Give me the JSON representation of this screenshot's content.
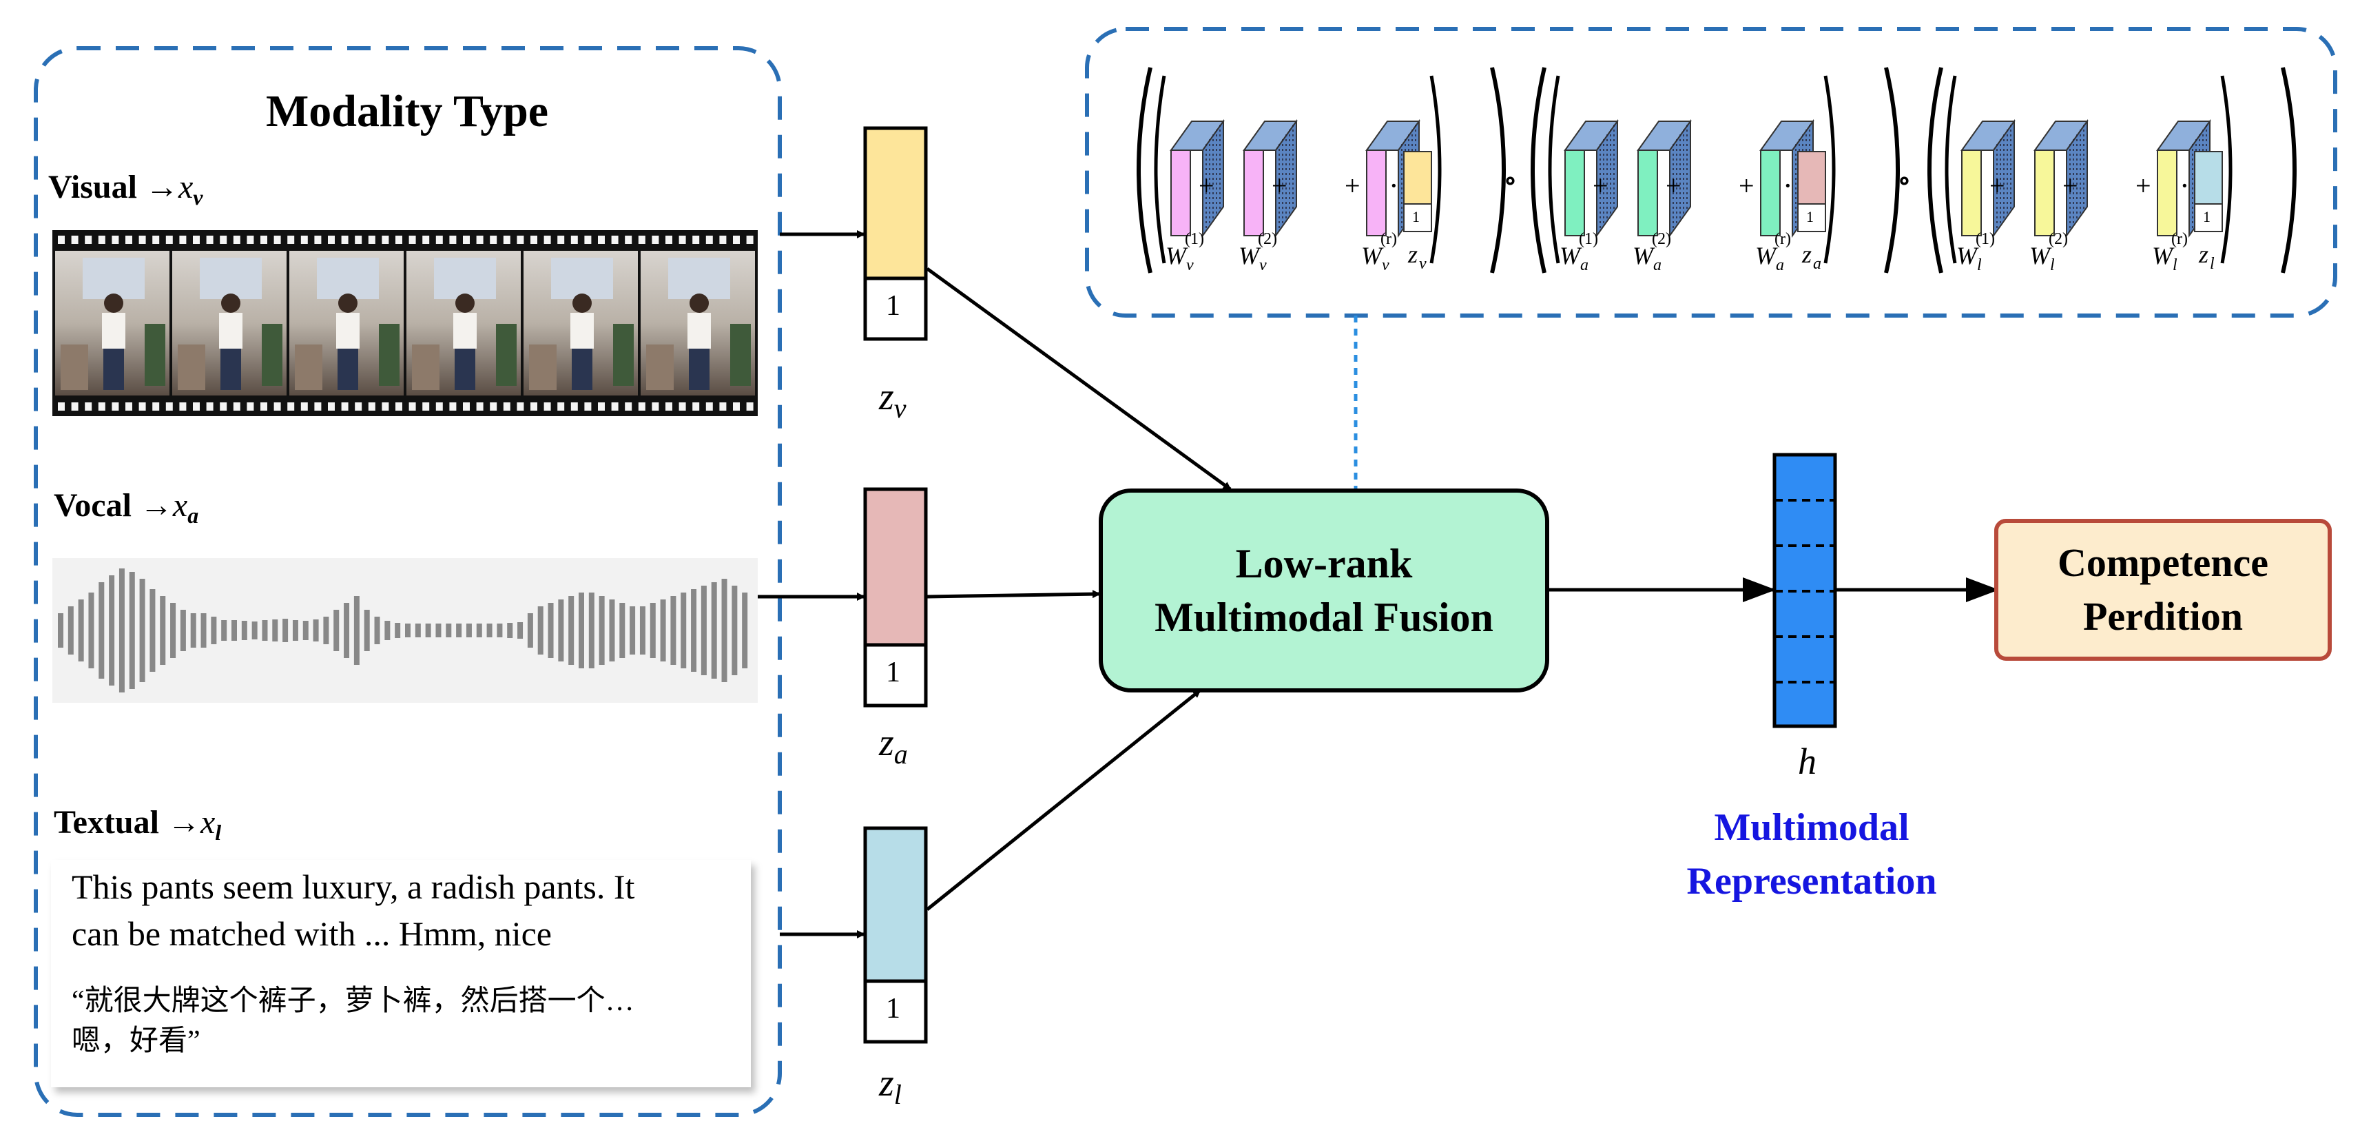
{
  "modality_panel": {
    "title": "Modality Type",
    "visual": {
      "label": "Visual",
      "arrow": "→",
      "var": "x",
      "sub": "v"
    },
    "vocal": {
      "label": "Vocal",
      "arrow": "→",
      "var": "x",
      "sub": "a"
    },
    "textual": {
      "label": "Textual",
      "arrow": "→",
      "var": "x",
      "sub": "l"
    },
    "text_english_line1": "This pants seem  luxury, a radish pants. It",
    "text_english_line2": "can be matched with ... Hmm, nice",
    "text_chinese_line1": "“就很大牌这个裤子，萝卜裤，然后搭一个…",
    "text_chinese_line2": "嗯，好看”"
  },
  "vectors": {
    "zv": {
      "var": "z",
      "sub": "v",
      "one": "1",
      "color": "#fde59a"
    },
    "za": {
      "var": "z",
      "sub": "a",
      "one": "1",
      "color": "#e6b8b7"
    },
    "zl": {
      "var": "z",
      "sub": "l",
      "one": "1",
      "color": "#b7dde8"
    }
  },
  "fusion_box": {
    "line1": "Low-rank",
    "line2": "Multimodal Fusion",
    "color": "#b3f3d3"
  },
  "representation": {
    "var": "h",
    "label_line1": "Multimodal",
    "label_line2": "Representation",
    "color": "#2f8cf4",
    "label_color": "#1515e0"
  },
  "prediction_box": {
    "line1": "Competence",
    "line2": "Perdition",
    "color": "#fdeccd",
    "border": "#b84a3a"
  },
  "formula": {
    "groups": [
      {
        "w1": "W",
        "sub": "v",
        "s1": "(1)",
        "s2": "(2)",
        "sr": "(r)",
        "z": "z",
        "zsub": "v",
        "one": "1",
        "face": "#f7b3f7",
        "vec": "#fde59a"
      },
      {
        "w1": "W",
        "sub": "a",
        "s1": "(1)",
        "s2": "(2)",
        "sr": "(r)",
        "z": "z",
        "zsub": "a",
        "one": "1",
        "face": "#7ff0c0",
        "vec": "#e6b8b7"
      },
      {
        "w1": "W",
        "sub": "l",
        "s1": "(1)",
        "s2": "(2)",
        "sr": "(r)",
        "z": "z",
        "zsub": "l",
        "one": "1",
        "face": "#f7f79a",
        "vec": "#b7dde8"
      }
    ],
    "plus": "+",
    "dot": "·",
    "circ": "∘"
  },
  "colors": {
    "dashed_border": "#2a6fb5",
    "link_dotted": "#2a8ee0",
    "cube_side": "#5b85c2"
  }
}
